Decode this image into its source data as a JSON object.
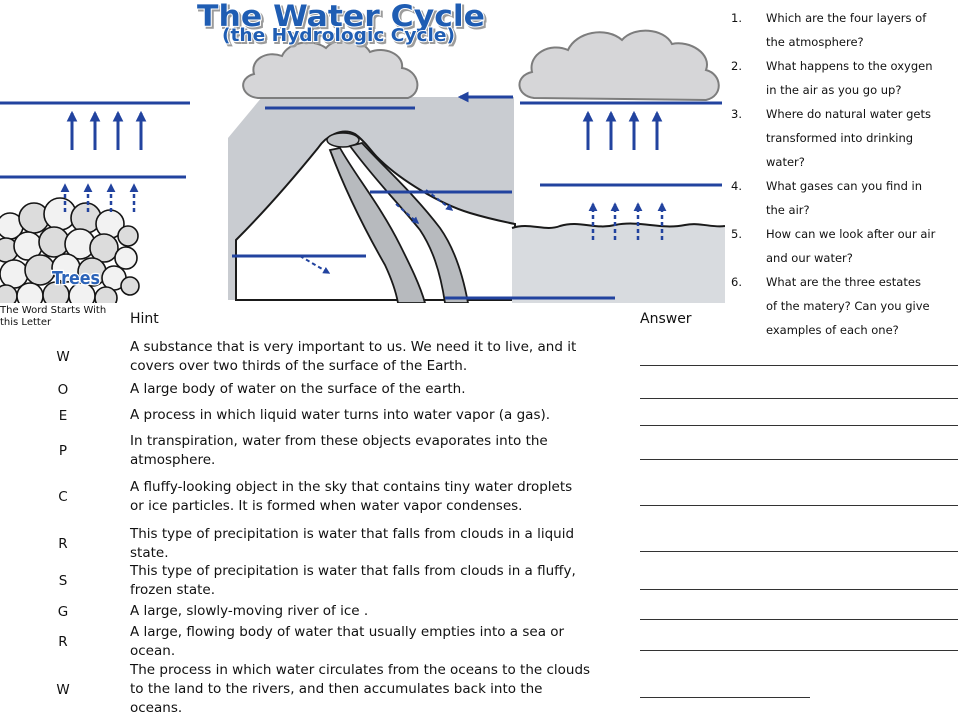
{
  "diagram": {
    "title": "The Water Cycle",
    "subtitle": "(the Hydrologic Cycle)",
    "trees_label": "Trees"
  },
  "questions": [
    {
      "number": "1.",
      "text": "Which are the four layers of\nthe atmosphere?"
    },
    {
      "number": "2.",
      "text": "What happens to the oxygen\nin the air as you go up?"
    },
    {
      "number": "3.",
      "text": "Where do natural water gets\ntransformed into drinking\nwater?"
    },
    {
      "number": "4.",
      "text": "What gases can you find in\nthe air?"
    },
    {
      "number": "5.",
      "text": "How can we look after our air\nand our water?"
    },
    {
      "number": "6.",
      "text": "What are the three estates\nof the matery? Can you give\nexamples of each one?"
    }
  ],
  "table": {
    "headers": {
      "letter": "The Word Starts With this Letter",
      "hint": "Hint",
      "answer": "Answer"
    },
    "rows": [
      {
        "letter": "W",
        "hint": "A substance that is very important to us. We need it to live, and it\ncovers over two thirds of the surface of the Earth."
      },
      {
        "letter": "O",
        "hint": "A large body of water on the surface of the earth."
      },
      {
        "letter": "E",
        "hint": "A process in which liquid water turns into water vapor (a gas)."
      },
      {
        "letter": "P",
        "hint": "In transpiration, water from these objects evaporates into the\natmosphere."
      },
      {
        "letter": "C",
        "hint": "A fluffy-looking object in the sky that contains tiny water droplets\nor ice particles. It is formed when water vapor condenses."
      },
      {
        "letter": "R",
        "hint": "This type of precipitation is water that falls from clouds in a liquid\nstate."
      },
      {
        "letter": "S",
        "hint": "This type of precipitation is water that falls from clouds in a fluffy,\nfrozen state."
      },
      {
        "letter": "G",
        "hint": "A large, slowly-moving river of ice ."
      },
      {
        "letter": "R",
        "hint": "A large, flowing body of water that usually empties into a sea or\nocean."
      },
      {
        "letter": "W",
        "hint": "The process in which water circulates from the oceans to the clouds\nto the land to the rivers, and then accumulates back into the\noceans."
      }
    ]
  },
  "colors": {
    "title_blue": "#1f5db3",
    "arrow_blue": "#22439f",
    "sky_gray": "#c9ccd1"
  }
}
